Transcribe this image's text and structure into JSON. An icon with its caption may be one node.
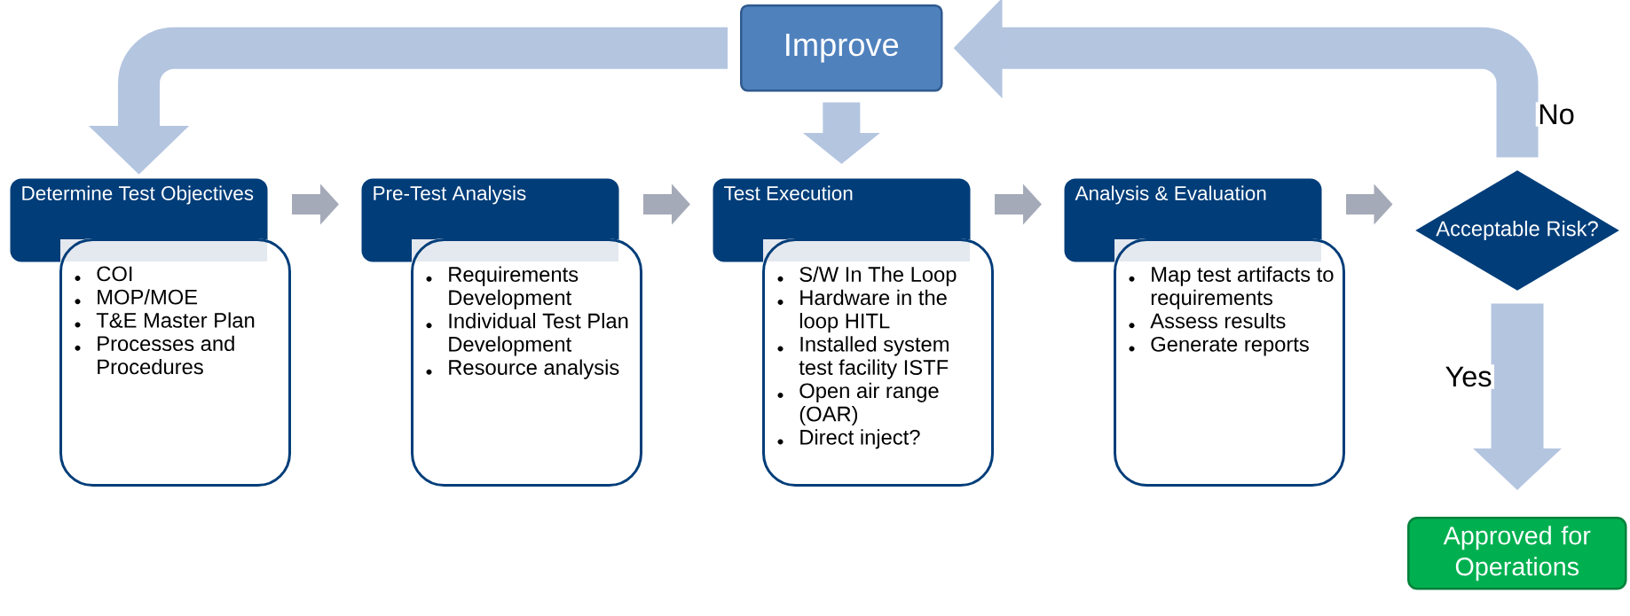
{
  "diagram": {
    "nodes": [
      {
        "text": [
          "Improve"
        ]
      },
      {
        "text": [
          "Determine Test Objectives"
        ]
      },
      {
        "text": [
          "COI",
          "MOP/MOE",
          "T&E Master Plan",
          "Processes and Procedures"
        ]
      },
      {
        "text": [
          "Pre-Test Analysis"
        ]
      },
      {
        "text": [
          "Requirements Development",
          "Individual Test Plan Development",
          "Resource analysis"
        ]
      },
      {
        "text": [
          "Test Execution"
        ]
      },
      {
        "text": [
          "S/W In The Loop",
          "Hardware in the loop HITL",
          "Installed system test facility ISTF",
          "Open air range (OAR)",
          "Direct inject?"
        ]
      },
      {
        "text": [
          "Analysis & Evaluation"
        ]
      },
      {
        "text": [
          "Map test artifacts to requirements",
          "Assess results",
          "Generate reports"
        ]
      },
      {
        "text": [
          "Acceptable Risk?"
        ]
      },
      {
        "text": [
          "Approved for Operations"
        ]
      }
    ],
    "edges": [
      {
        "from": 0,
        "to": 1,
        "arrow": "to",
        "style": "thick",
        "color": "#b4c5e0"
      },
      {
        "from": 0,
        "to": 5,
        "arrow": "to",
        "style": "thick",
        "color": "#b4c5e0"
      },
      {
        "from": 1,
        "to": 3,
        "arrow": "to",
        "color": "#a5aab8"
      },
      {
        "from": 3,
        "to": 5,
        "arrow": "to",
        "color": "#a5aab8"
      },
      {
        "from": 5,
        "to": 7,
        "arrow": "to",
        "color": "#a5aab8"
      },
      {
        "from": 7,
        "to": 9,
        "arrow": "to",
        "color": "#a5aab8"
      },
      {
        "from": 9,
        "to": 0,
        "arrow": "to",
        "style": "thick",
        "color": "#b4c5e0",
        "label": "No"
      },
      {
        "from": 9,
        "to": 10,
        "arrow": "to",
        "style": "thick",
        "color": "#b4c5e0",
        "label": "Yes"
      }
    ]
  }
}
